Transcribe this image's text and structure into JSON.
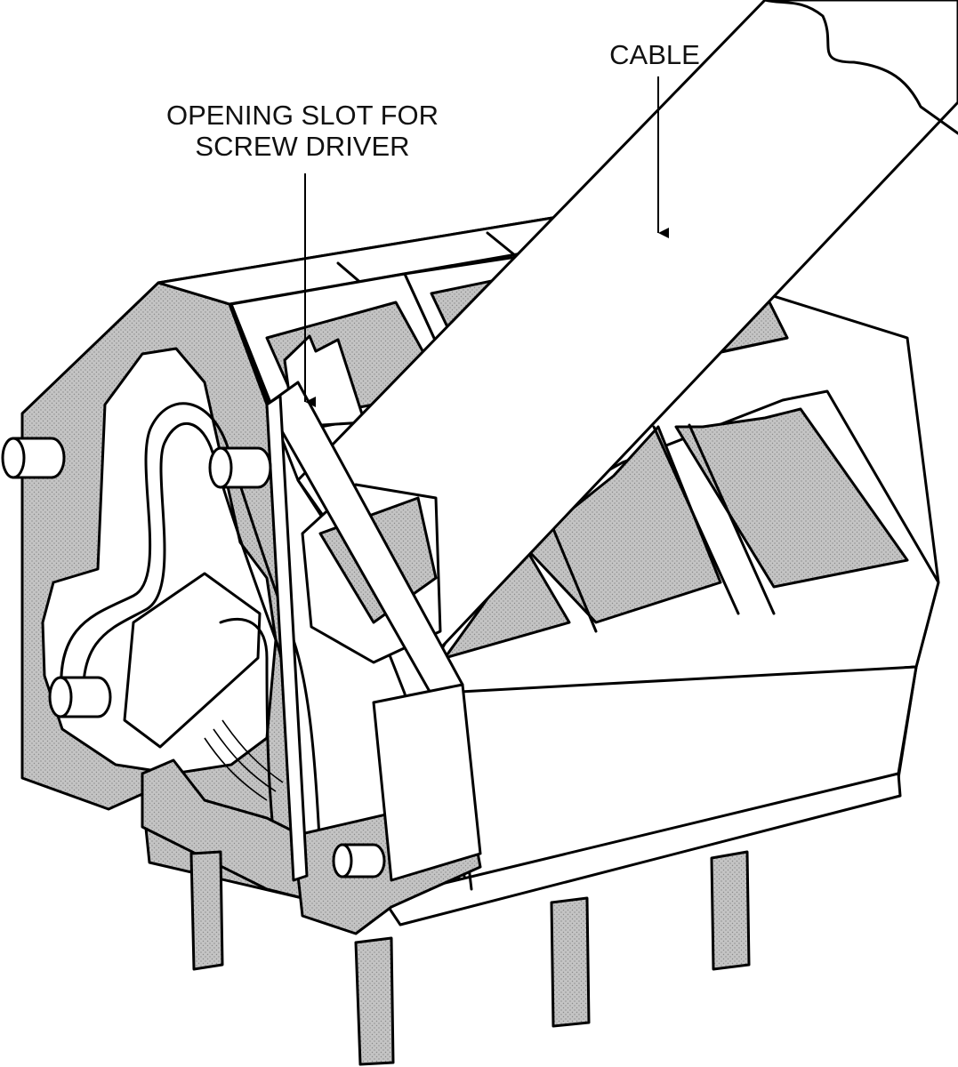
{
  "diagram": {
    "labels": {
      "cable": "CABLE",
      "opening_slot_line1": "OPENING SLOT FOR",
      "opening_slot_line2": "SCREW DRIVER"
    },
    "colors": {
      "outline": "#000000",
      "shading": "#bdbdbd",
      "background": "#ffffff"
    }
  }
}
